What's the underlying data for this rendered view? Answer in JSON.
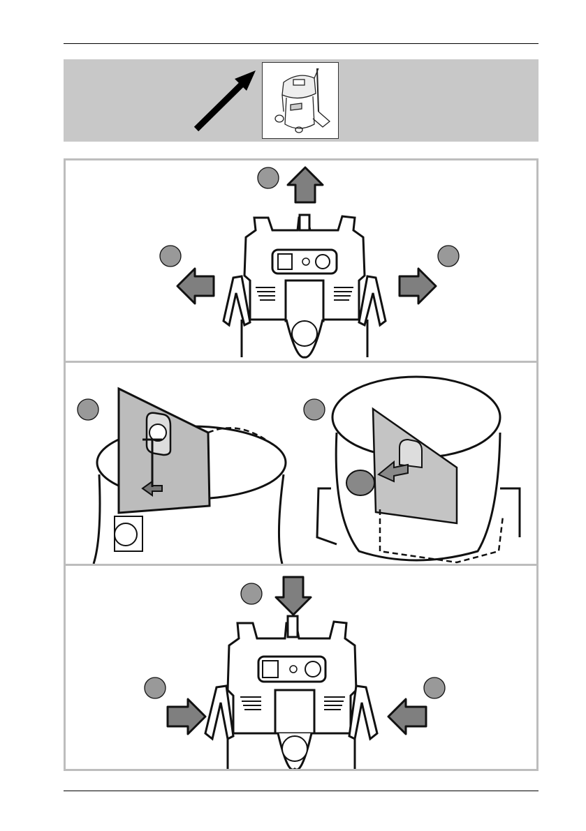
{
  "header": {
    "illustration": "vacuum-cleaner-overview",
    "pointer": "arrow-up-right"
  },
  "steps": [
    {
      "id": "unlock-head",
      "markers": 3,
      "arrows": [
        "up",
        "left",
        "right"
      ]
    },
    {
      "id": "insert-filter-bag",
      "markers": 2
    },
    {
      "id": "lock-head",
      "markers": 3,
      "arrows": [
        "down",
        "right",
        "left"
      ]
    }
  ],
  "colors": {
    "band": "#c8c8c8",
    "frame": "#bdbdbd",
    "arrow_fill": "#7f7f7f",
    "marker_fill": "#999999"
  }
}
